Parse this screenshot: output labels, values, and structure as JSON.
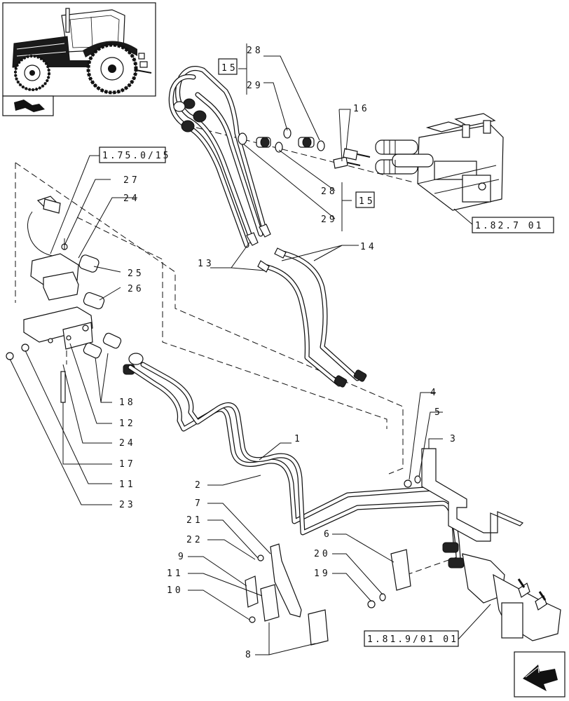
{
  "callouts": {
    "c28a": "28",
    "c29a": "29",
    "c15a": "15",
    "c16": "16",
    "c28b": "28",
    "c15b": "15",
    "c29b": "29",
    "c27": "27",
    "c24a": "24",
    "c25": "25",
    "c26": "26",
    "c13": "13",
    "c14": "14",
    "c18": "18",
    "c12": "12",
    "c24b": "24",
    "c17": "17",
    "c11a": "11",
    "c23": "23",
    "c1": "1",
    "c2": "2",
    "c7": "7",
    "c21": "21",
    "c22": "22",
    "c9": "9",
    "c11b": "11",
    "c10": "10",
    "c8": "8",
    "c4": "4",
    "c5": "5",
    "c3": "3",
    "c6": "6",
    "c20": "20",
    "c19": "19"
  },
  "references": {
    "ref_175": "1.75.0/15",
    "ref_1827": "1.82.7 01",
    "ref_1819": "1.81.9/01 01"
  },
  "icons": {
    "thumbnail": "tractor-thumbnail-icon",
    "section": "section-marker-icon",
    "next": "next-page-arrow-icon"
  }
}
